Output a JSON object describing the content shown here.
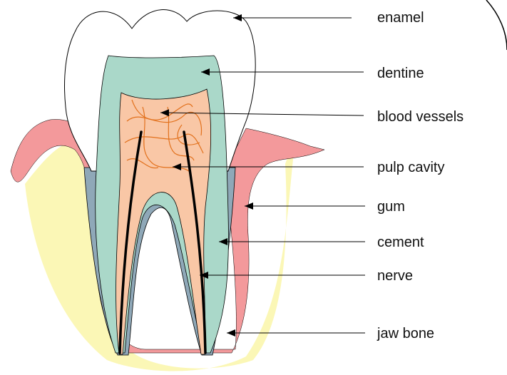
{
  "labels": {
    "enamel": "enamel",
    "dentine": "dentine",
    "blood_vessels": "blood vessels",
    "pulp_cavity": "pulp cavity",
    "gum": "gum",
    "cement": "cement",
    "nerve": "nerve",
    "jaw_bone": "jaw bone"
  },
  "colors": {
    "enamel": "#ffffff",
    "dentine": "#aad8c9",
    "pulp": "#f9c7a6",
    "blood_vessels": "#e2711d",
    "gum": "#f3999b",
    "cement": "#8fa8b8",
    "jaw_bone": "#fbf7b6",
    "outline": "#000000"
  }
}
